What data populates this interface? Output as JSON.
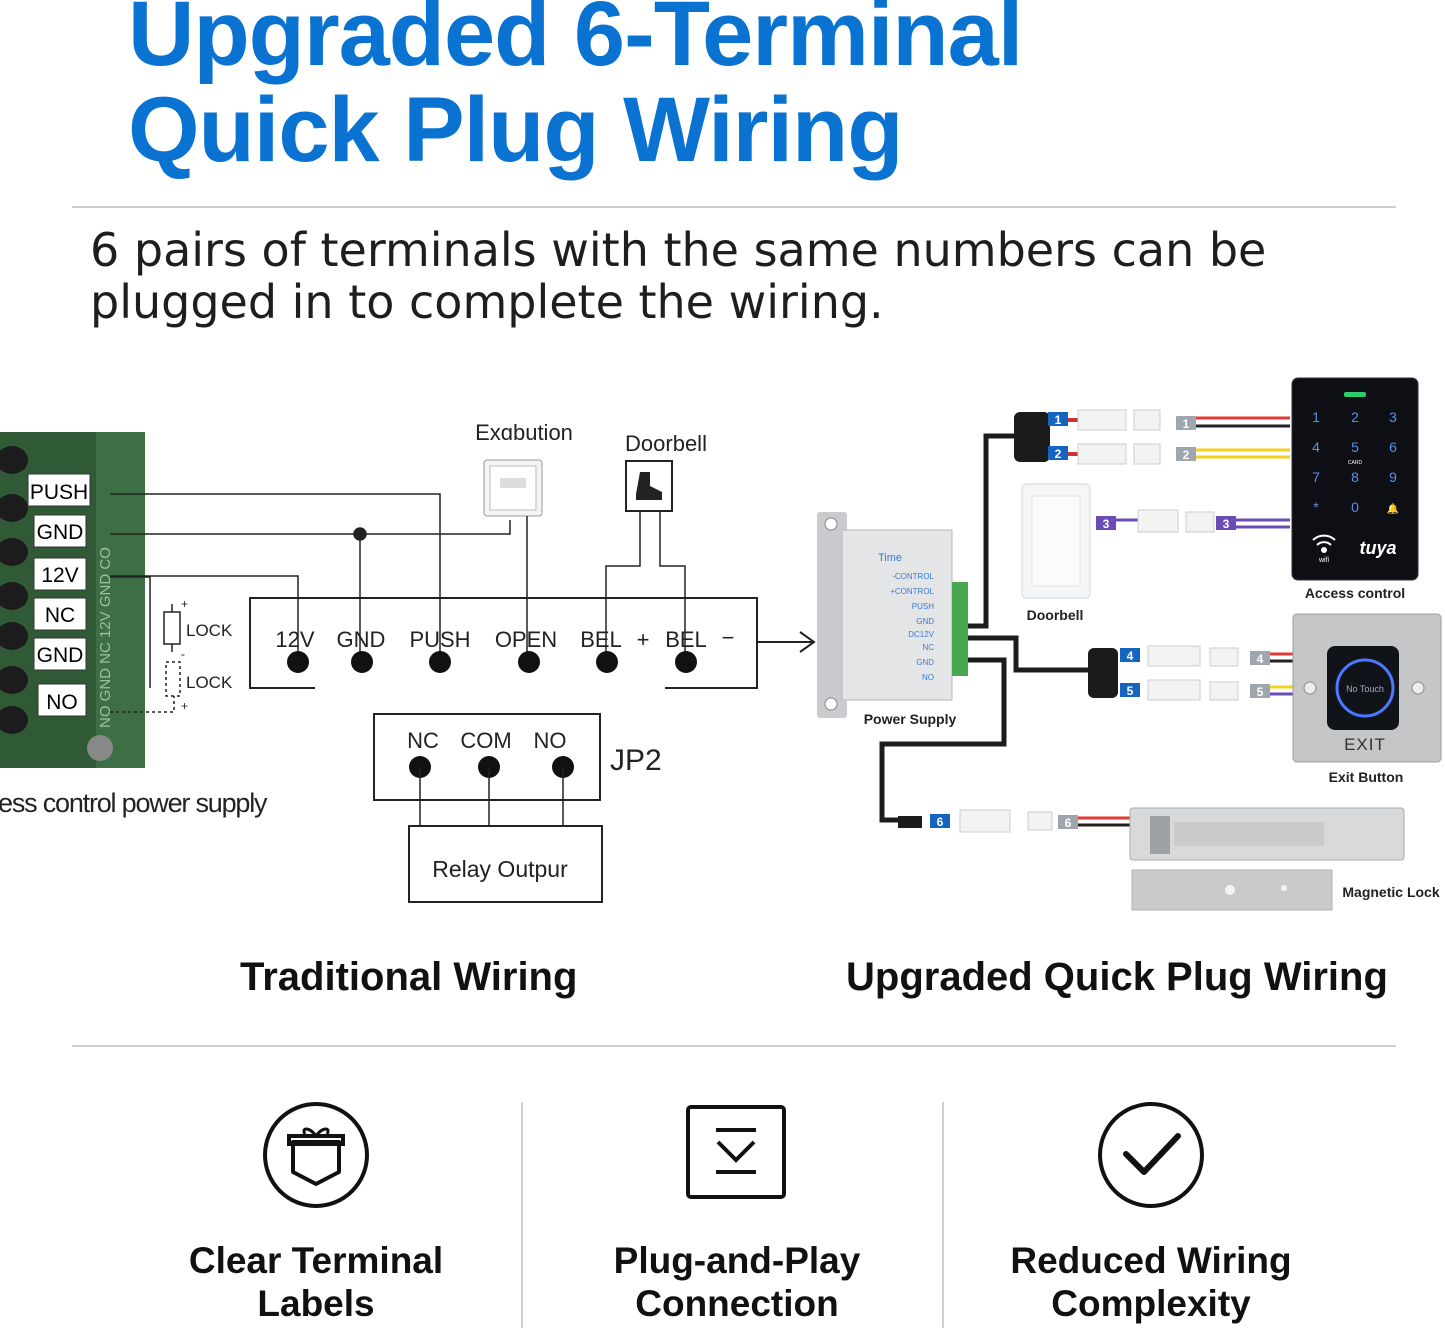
{
  "title": {
    "line1": "Upgraded 6-Terminal",
    "line2": "Quick Plug Wiring"
  },
  "subtitle": "6 pairs of terminals with the same numbers can be plugged in to complete the wiring.",
  "traditional": {
    "caption": "Traditional Wiring",
    "board_labels": [
      "PUSH",
      "GND",
      "12V",
      "NC",
      "GND",
      "NO"
    ],
    "board_side_text": "NO GND NC 12V GND CO",
    "board_caption": "ess control power supply",
    "lock_label_1": "LOCK",
    "lock_label_2": "LOCK",
    "exit_button_label": "Exɑbution",
    "doorbell_label": "Doorbell",
    "terminal_labels": [
      "12V",
      "GND",
      "PUSH",
      "OPEN",
      "BEL",
      "+",
      "BEL",
      "−"
    ],
    "jp2": {
      "label": "JP2",
      "pins": [
        "NC",
        "COM",
        "NO"
      ]
    },
    "relay_label": "Relay Outpur"
  },
  "upgraded": {
    "caption": "Upgraded Quick Plug Wiring",
    "power_supply": {
      "label": "Power Supply",
      "brand": "Time",
      "pins": [
        "-CONTROL",
        "+CONTROL",
        "PUSH",
        "GND",
        "DC12V",
        "NC",
        "GND",
        "NO"
      ]
    },
    "connector_numbers": [
      "1",
      "2",
      "3",
      "4",
      "5",
      "6"
    ],
    "access_control": {
      "label": "Access control",
      "keys": [
        "1",
        "2",
        "3",
        "4",
        "5",
        "6",
        "7",
        "8",
        "9",
        "*",
        "0",
        "🔔"
      ],
      "card_label": "CARD",
      "wifi_label": "wifi",
      "brand": "tuya"
    },
    "doorbell_label": "Doorbell",
    "exit_button": {
      "label": "Exit Button",
      "text": "EXIT",
      "touch_text": "No Touch"
    },
    "magnetic_lock_label": "Magnetic Lock"
  },
  "features": [
    {
      "icon": "gift-box-icon",
      "label_line1": "Clear Terminal",
      "label_line2": "Labels"
    },
    {
      "icon": "plug-in-download-icon",
      "label_line1": "Plug-and-Play",
      "label_line2": "Connection"
    },
    {
      "icon": "checkmark-circle-icon",
      "label_line1": "Reduced Wiring",
      "label_line2": "Complexity"
    }
  ],
  "colors": {
    "title_blue": "#0a73d1",
    "board_green": "#2f5a35",
    "connector_blue": "#1565c0",
    "wire_red": "#e53935",
    "wire_yellow": "#f2d21a",
    "wire_purple": "#6a4cb5"
  }
}
